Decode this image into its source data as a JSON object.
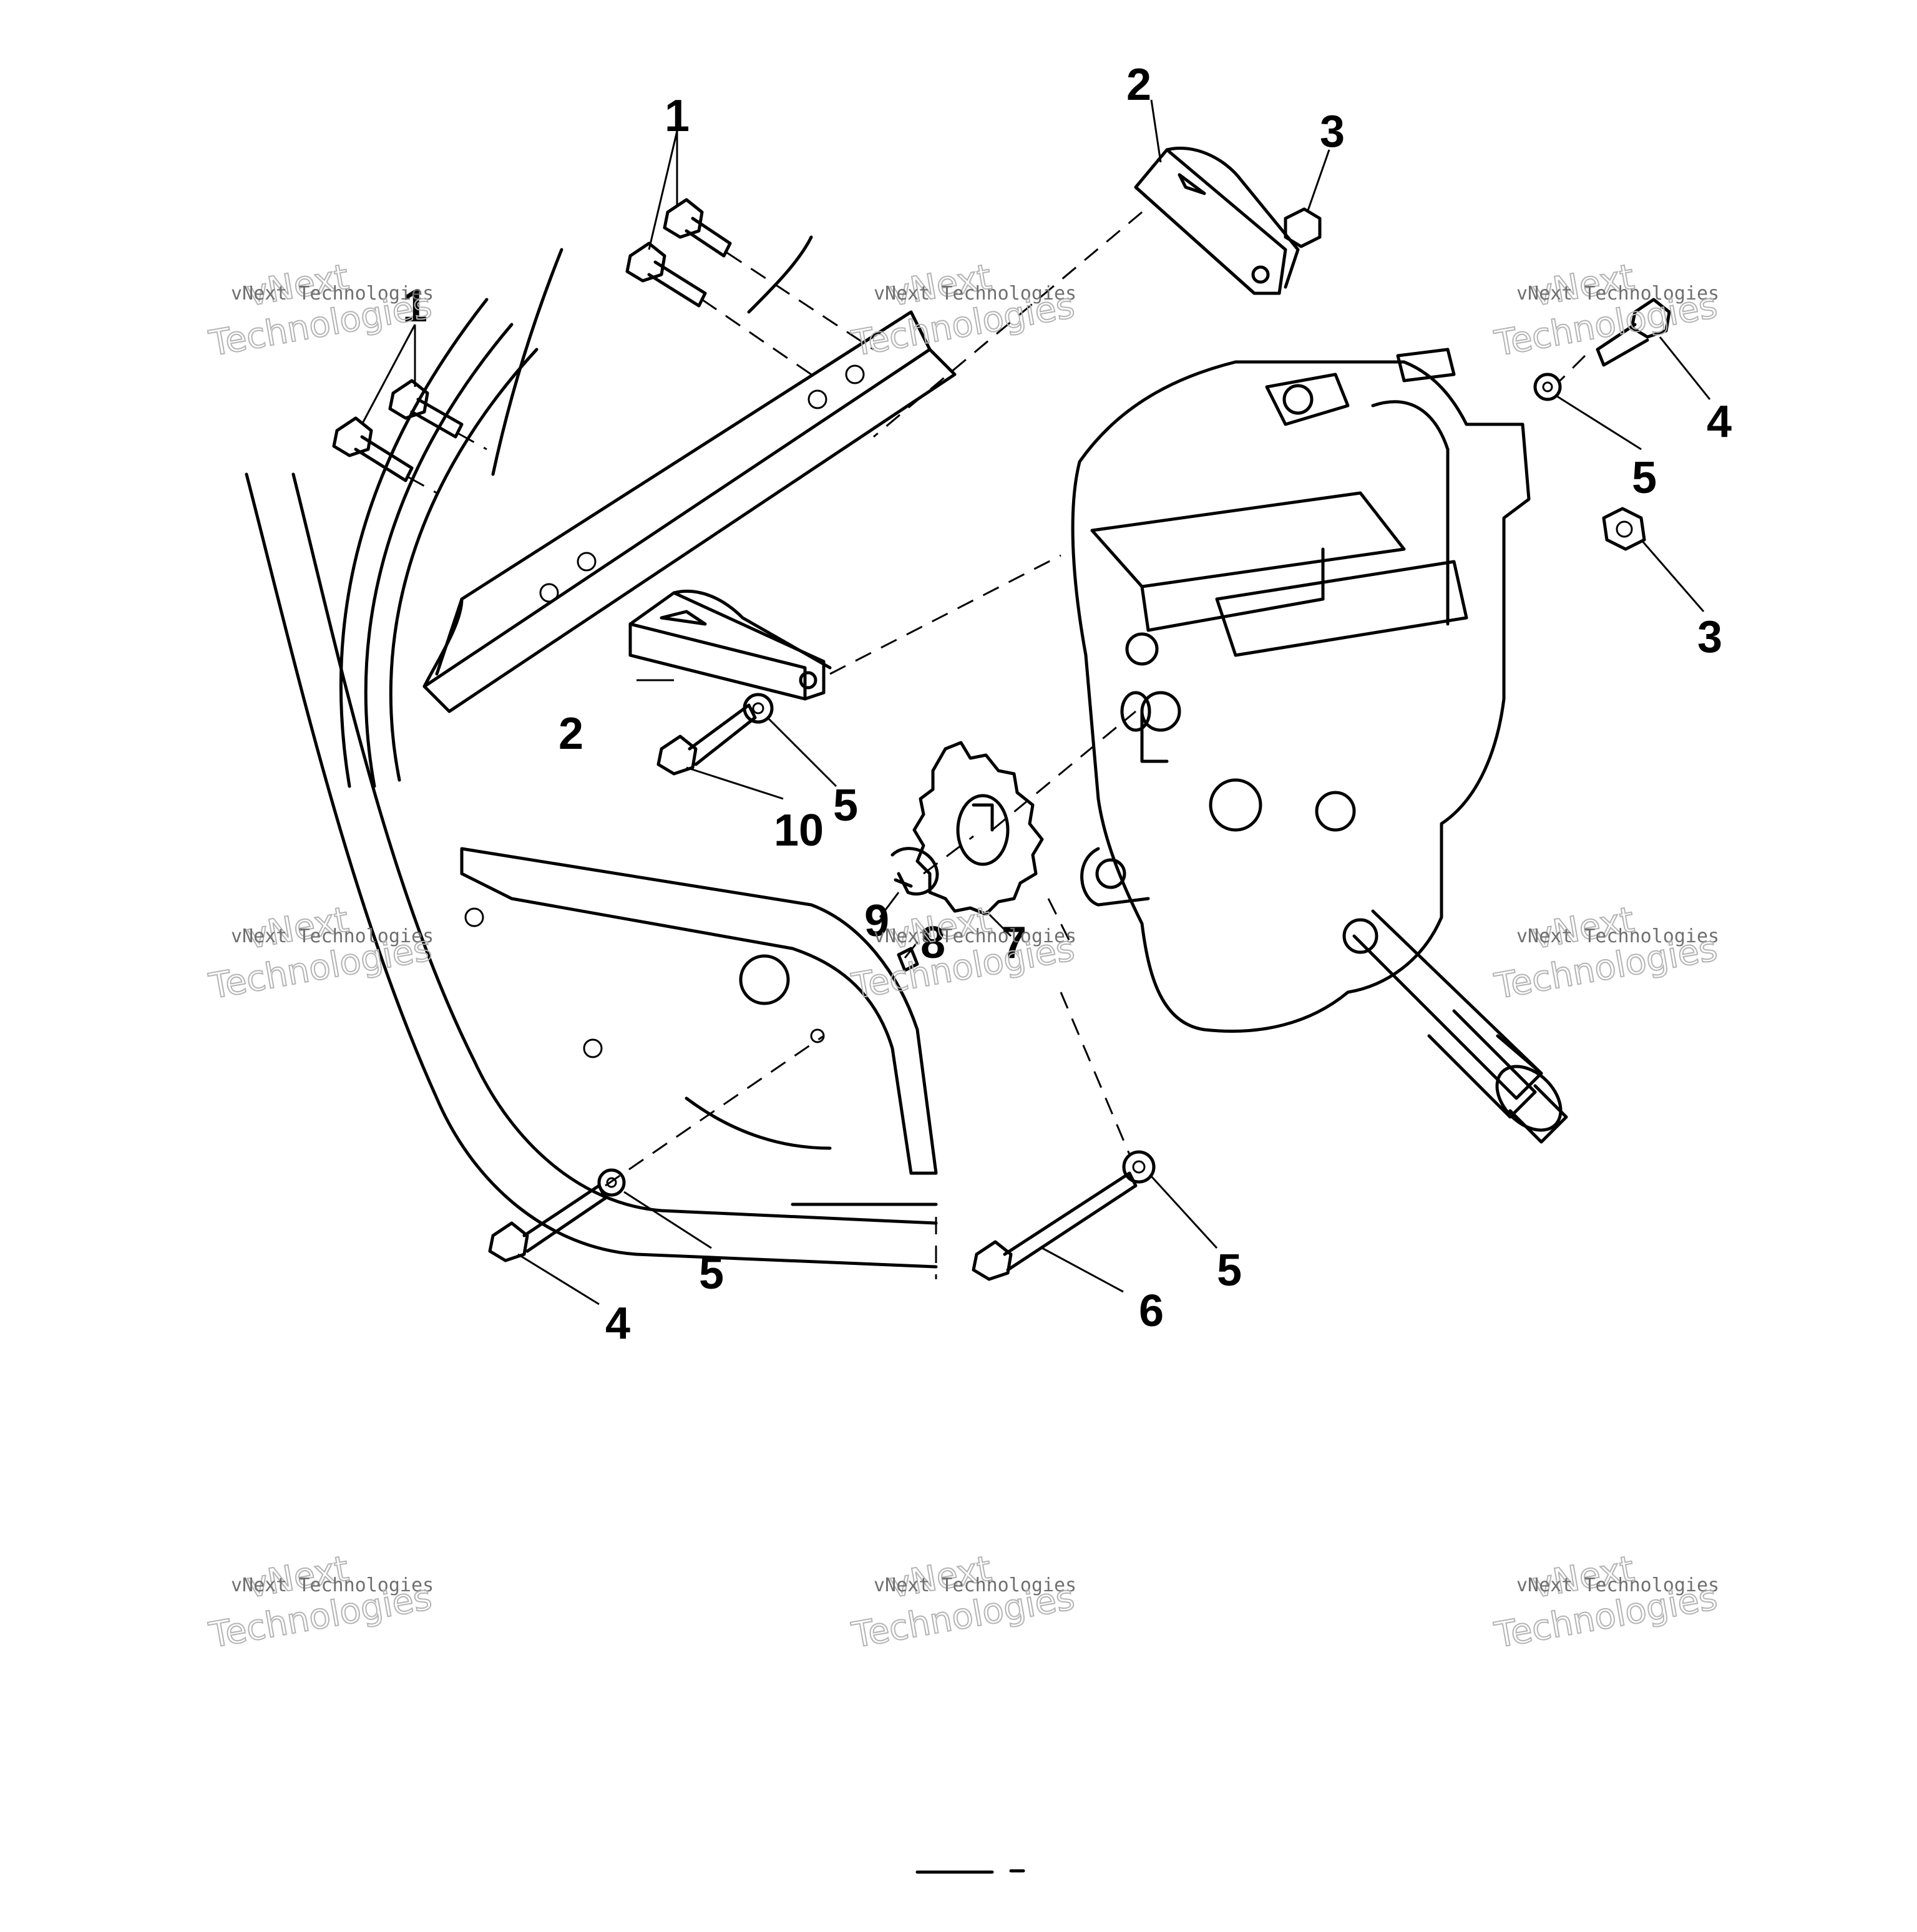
{
  "diagram": {
    "callouts": [
      {
        "id": "c1a",
        "text": "1"
      },
      {
        "id": "c1b",
        "text": "1"
      },
      {
        "id": "c2a",
        "text": "2"
      },
      {
        "id": "c3a",
        "text": "3"
      },
      {
        "id": "c4a",
        "text": "4"
      },
      {
        "id": "c5a",
        "text": "5"
      },
      {
        "id": "c3b",
        "text": "3"
      },
      {
        "id": "c2b",
        "text": "2"
      },
      {
        "id": "c5b",
        "text": "5"
      },
      {
        "id": "c10",
        "text": "10"
      },
      {
        "id": "c9",
        "text": "9"
      },
      {
        "id": "c8",
        "text": "8"
      },
      {
        "id": "c7",
        "text": "7"
      },
      {
        "id": "c5c",
        "text": "5"
      },
      {
        "id": "c4b",
        "text": "4"
      },
      {
        "id": "c6",
        "text": "6"
      },
      {
        "id": "c5d",
        "text": "5"
      }
    ],
    "watermark": {
      "line1": "vNext",
      "line2": "vNext Technologies",
      "line3": "Technologies"
    }
  }
}
